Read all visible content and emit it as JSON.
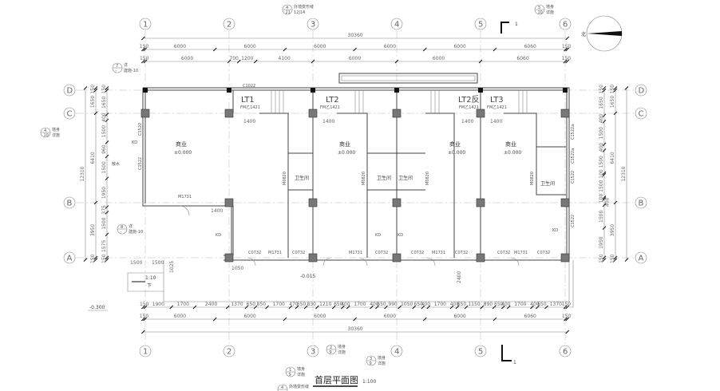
{
  "drawing": {
    "title": "首层平面图",
    "scale": "1:100",
    "north_label": "北",
    "section_mark": "1",
    "axes_x": [
      "1",
      "2",
      "3",
      "4",
      "5",
      "6"
    ],
    "axes_y": [
      "D",
      "C",
      "B",
      "A"
    ],
    "top_dims": {
      "overall": 30360,
      "row1": [
        150,
        6000,
        6000,
        6000,
        6000,
        6000,
        6060,
        150
      ],
      "row2": [
        150,
        6000,
        700,
        1200,
        4100,
        6000,
        6000,
        6060,
        150
      ]
    },
    "bottom_dims": {
      "overall": 30360,
      "row1": [
        150,
        1900,
        1700,
        2400,
        1370,
        650,
        850,
        1700,
        470,
        650,
        830,
        1210,
        650,
        400,
        1700,
        400,
        650,
        990,
        1050,
        650,
        400,
        1700,
        400,
        650,
        1150,
        890,
        650,
        400,
        1700,
        400,
        650,
        1370,
        150
      ],
      "row2": [
        150,
        6000,
        6000,
        6000,
        6000,
        6000,
        6060,
        150
      ]
    },
    "left_dims": {
      "overall": 12310,
      "row1": [
        150,
        1650,
        6410,
        3950,
        150
      ],
      "row2": [
        150,
        1650,
        400,
        1500,
        960,
        1500,
        1950,
        375,
        1500,
        1575,
        150
      ]
    },
    "right_dims": {
      "overall": 12310,
      "row1": [
        150,
        1650,
        6410,
        3950,
        150
      ],
      "row2": [
        150,
        1650,
        400,
        1500,
        400,
        1500,
        100,
        1500,
        100,
        400,
        1500,
        1950,
        150
      ]
    },
    "rooms": [
      {
        "name": "商业",
        "level": "±0.000"
      },
      {
        "name": "商业",
        "level": "±0.000"
      },
      {
        "name": "商业",
        "level": "±0.000"
      },
      {
        "name": "商业",
        "level": "±0.000"
      }
    ],
    "stairs": [
      {
        "name": "LT1",
        "door": "FM乙1421",
        "width": "1400"
      },
      {
        "name": "LT2",
        "door": "FM乙1421",
        "width": "1400"
      },
      {
        "name": "LT2反",
        "door": "FM乙1421",
        "width": "1400"
      },
      {
        "name": "LT3",
        "door": "FM乙1421",
        "width": "1400"
      }
    ],
    "toilets": [
      "卫生间",
      "卫生间",
      "卫生间",
      "卫生间"
    ],
    "toilet_door": "M0820",
    "doors": [
      "M1731",
      "M1731",
      "M1731",
      "M1731",
      "M1731"
    ],
    "windows_front": [
      "C0732",
      "C0732",
      "C0732",
      "C0732",
      "C0732",
      "C0732",
      "C0732"
    ],
    "window_top": "C1022",
    "windows_side_left": [
      "C1522",
      "C1522"
    ],
    "windows_side_right": [
      "C1522a",
      "C1522a",
      "C1522",
      "C1522"
    ],
    "kd_label": "KD",
    "levels": {
      "outdoor": "-0.300",
      "entry": "-0.015"
    },
    "ramp": {
      "slope": "1:10",
      "dir": "下"
    },
    "misc": {
      "drain": "散水",
      "dim_1400": "1400",
      "dim_1050": "1050",
      "dim_2400": "2400",
      "dim_1500a": "1500",
      "dim_1500b": "1500",
      "dim_1025": "1025"
    },
    "callouts": [
      {
        "num": "4",
        "sheet": "21",
        "text": "外墙变形缝",
        "ref": "12J14"
      },
      {
        "num": "5",
        "sheet": "10",
        "text": "墙身",
        "ref": "详施"
      },
      {
        "num": "4",
        "sheet": "10",
        "text": "墙身",
        "ref": "详施"
      },
      {
        "num": "7",
        "sheet": "-",
        "text": "详",
        "ref": "建施-10"
      },
      {
        "num": "8",
        "sheet": "-",
        "text": "详",
        "ref": "建施-10"
      },
      {
        "num": "1",
        "sheet": "9",
        "text": "墙身",
        "ref": "详施"
      },
      {
        "num": "2",
        "sheet": "9",
        "text": "墙身",
        "ref": "详施"
      },
      {
        "num": "3",
        "sheet": "9",
        "text": "墙身",
        "ref": "详施"
      },
      {
        "num": "4",
        "sheet": "-",
        "text": "外墙变形缝",
        "ref": ""
      }
    ]
  }
}
